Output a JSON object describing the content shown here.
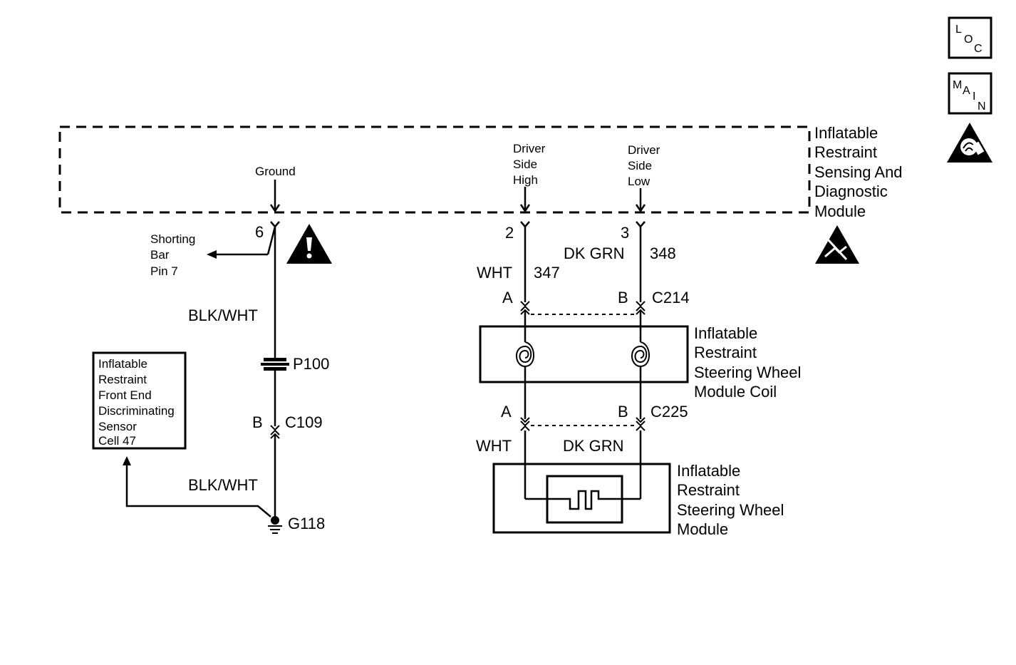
{
  "nav_icons": {
    "loc": [
      "L",
      "O",
      "C"
    ],
    "main": [
      "M",
      "A",
      "I",
      "N"
    ]
  },
  "module": {
    "name_lines": [
      "Inflatable",
      "Restraint",
      "Sensing And",
      "Diagnostic",
      "Module"
    ],
    "ground_label": "Ground",
    "driver_high_lines": [
      "Driver",
      "Side",
      "High"
    ],
    "driver_low_lines": [
      "Driver",
      "Side",
      "Low"
    ]
  },
  "ground_circuit": {
    "pin": "6",
    "shorting_bar_lines": [
      "Shorting",
      "Bar",
      "Pin 7"
    ],
    "wire_color_upper": "BLK/WHT",
    "splice": "P100",
    "connector_terminal": "B",
    "connector": "C109",
    "wire_color_lower": "BLK/WHT",
    "ground_point": "G118"
  },
  "front_sensor": {
    "lines": [
      "Inflatable",
      "Restraint",
      "Front End",
      "Discriminating",
      "Sensor",
      "Cell 47"
    ]
  },
  "high_circuit": {
    "pin": "2",
    "color": "WHT",
    "number": "347",
    "c214_terminal": "A",
    "c225_terminal": "A",
    "lower_color": "WHT"
  },
  "low_circuit": {
    "pin": "3",
    "color": "DK GRN",
    "number": "348",
    "c214_terminal": "B",
    "c214_label": "C214",
    "c225_terminal": "B",
    "c225_label": "C225",
    "lower_color": "DK GRN"
  },
  "coil": {
    "lines": [
      "Inflatable",
      "Restraint",
      "Steering Wheel",
      "Module  Coil"
    ]
  },
  "steering_module": {
    "lines": [
      "Inflatable",
      "Restraint",
      "Steering Wheel",
      "Module"
    ]
  }
}
